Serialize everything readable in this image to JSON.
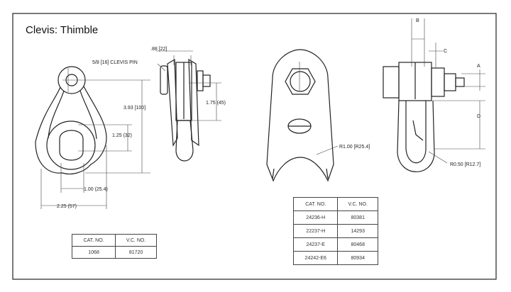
{
  "title": "Clevis: Thimble",
  "dimensions": {
    "pin": "5/8 [16] CLEVIS PIN",
    "width_top": ".88 [22]",
    "height_overall": "3.93 [100]",
    "slot_depth": "1.75 (45)",
    "eye_height": "1.25 (32)",
    "eye_width": "1.00 (25.4)",
    "overall_width": "2.25 (57)",
    "radius_bottom": "R1.00 [R25.4]",
    "radius_side": "R0.50 [R12.7]",
    "label_a": "A",
    "label_b": "B",
    "label_c": "C",
    "label_d": "D"
  },
  "table_left": {
    "headers": [
      "CAT. NO.",
      "V.C. NO."
    ],
    "rows": [
      [
        "1068",
        "81720"
      ]
    ]
  },
  "table_right": {
    "headers": [
      "CAT. NO.",
      "V.C. NO."
    ],
    "rows": [
      [
        "24236-H",
        "80381"
      ],
      [
        "22237-H",
        "14293"
      ],
      [
        "24237-E",
        "80468"
      ],
      [
        "24242-E6",
        "80934"
      ]
    ]
  }
}
